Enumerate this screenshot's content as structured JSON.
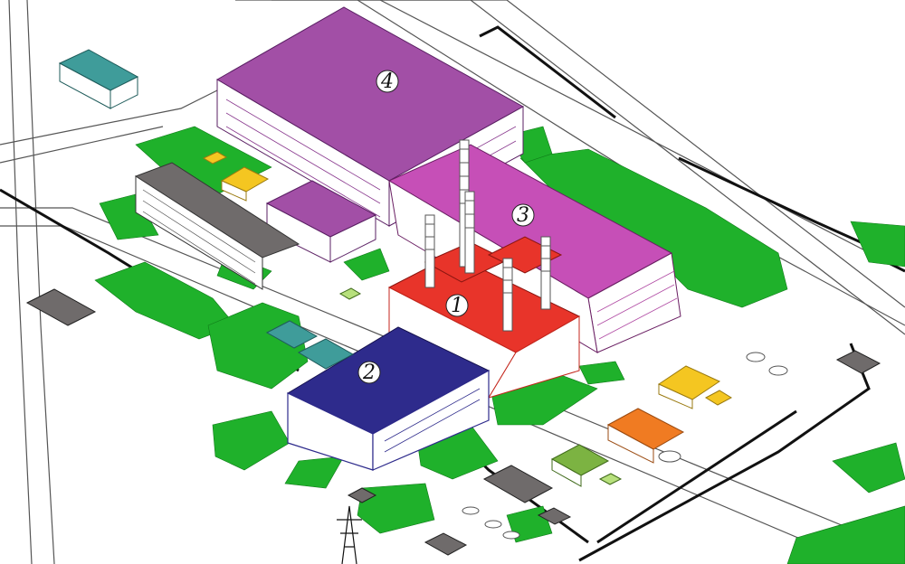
{
  "diagram": {
    "labels": [
      {
        "id": "1",
        "text": "1",
        "target": "main-power-block"
      },
      {
        "id": "2",
        "text": "2",
        "target": "blue-turbine-hall"
      },
      {
        "id": "3",
        "text": "3",
        "target": "magenta-boiler-building"
      },
      {
        "id": "4",
        "text": "4",
        "target": "purple-main-hall"
      }
    ]
  },
  "colors": {
    "background": "#ffffff",
    "lawn": "#1fb12b",
    "road": "#f4f4f4",
    "line": "#222222",
    "block1": "#e8342a",
    "block2": "#2e2b8c",
    "block3": "#c64fb7",
    "block4": "#a24fa6",
    "yellow": "#f4c621",
    "orange": "#f07b22",
    "grey": "#6f6b6b",
    "teal": "#3f9c9a"
  }
}
